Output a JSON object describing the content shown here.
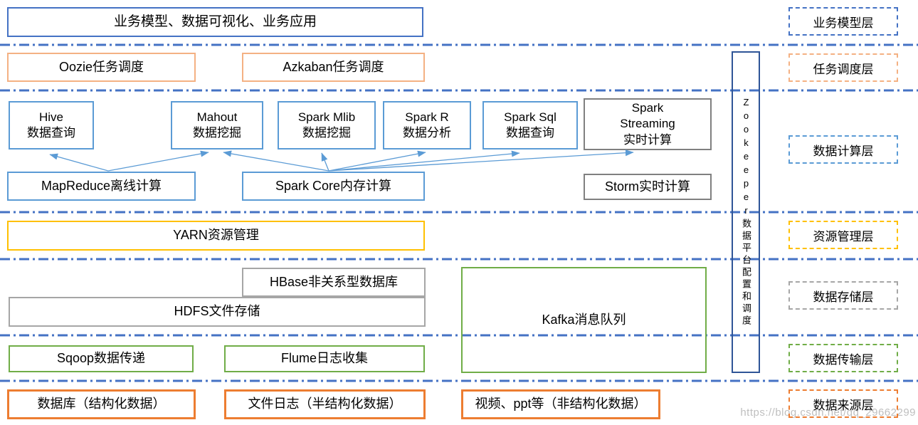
{
  "nodes": {
    "business_app": {
      "label": "业务模型、数据可视化、业务应用"
    },
    "oozie": {
      "label": "Oozie任务调度"
    },
    "azkaban": {
      "label": "Azkaban任务调度"
    },
    "hive": {
      "lines": [
        "Hive",
        "数据查询"
      ]
    },
    "mahout": {
      "lines": [
        "Mahout",
        "数据挖掘"
      ]
    },
    "spark_mlib": {
      "lines": [
        "Spark Mlib",
        "数据挖掘"
      ]
    },
    "spark_r": {
      "lines": [
        "Spark R",
        "数据分析"
      ]
    },
    "spark_sql": {
      "lines": [
        "Spark Sql",
        "数据查询"
      ]
    },
    "spark_streaming": {
      "lines": [
        "Spark",
        "Streaming",
        "实时计算"
      ]
    },
    "mapreduce": {
      "label": "MapReduce离线计算"
    },
    "spark_core": {
      "label": "Spark Core内存计算"
    },
    "storm": {
      "label": "Storm实时计算"
    },
    "yarn": {
      "label": "YARN资源管理"
    },
    "hbase": {
      "label": "HBase非关系型数据库"
    },
    "hdfs": {
      "label": "HDFS文件存储"
    },
    "kafka": {
      "label": "Kafka消息队列"
    },
    "sqoop": {
      "label": "Sqoop数据传递"
    },
    "flume": {
      "label": "Flume日志收集"
    },
    "db_source": {
      "label": "数据库（结构化数据）"
    },
    "file_source": {
      "label": "文件日志（半结构化数据）"
    },
    "media_source": {
      "label": "视频、ppt等（非结构化数据）"
    },
    "zookeeper": {
      "label": "Zookeeper数据平台配置和调度"
    }
  },
  "layer_labels": {
    "business": "业务模型层",
    "schedule": "任务调度层",
    "compute": "数据计算层",
    "resource": "资源管理层",
    "storage": "数据存储层",
    "transport": "数据传输层",
    "source": "数据来源层"
  },
  "colors": {
    "dark_blue": "#4472C4",
    "light_blue": "#5B9BD5",
    "peach": "#F4B183",
    "orange": "#ED7D31",
    "gold": "#FFC000",
    "gray": "#A6A6A6",
    "dark_gray": "#808080",
    "green": "#70AD47",
    "zookeeper_blue": "#2F5597",
    "separator_blue": "#4472C4",
    "arrow_blue": "#5B9BD5"
  },
  "watermark": "https://blog.csdn.net/qq_29662299"
}
